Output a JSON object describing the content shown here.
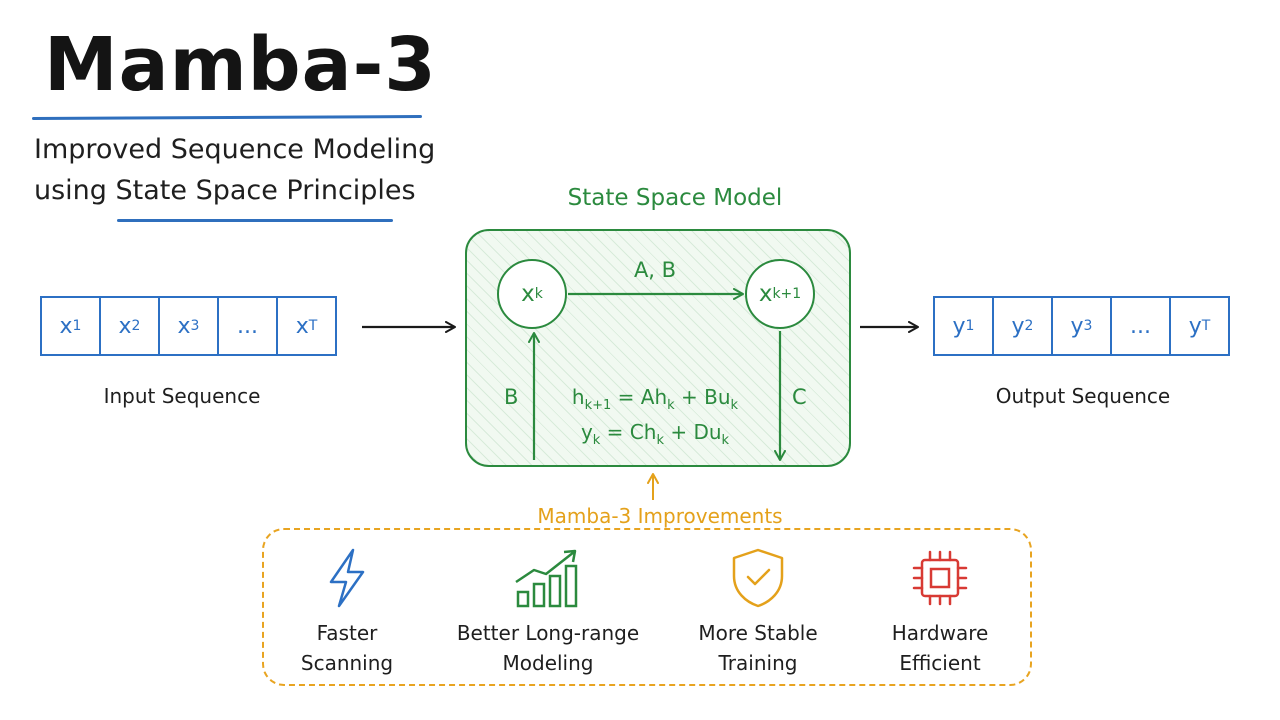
{
  "title": "Mamba-3",
  "subtitle": {
    "line1": "Improved Sequence Modeling",
    "line2": "using State Space Principles"
  },
  "input": {
    "label": "Input Sequence",
    "cells": [
      {
        "base": "x",
        "sub": "1"
      },
      {
        "base": "x",
        "sub": "2"
      },
      {
        "base": "x",
        "sub": "3"
      },
      {
        "base": "...",
        "sub": ""
      },
      {
        "base": "x",
        "sub": "T"
      }
    ]
  },
  "output": {
    "label": "Output Sequence",
    "cells": [
      {
        "base": "y",
        "sub": "1"
      },
      {
        "base": "y",
        "sub": "2"
      },
      {
        "base": "y",
        "sub": "3"
      },
      {
        "base": "...",
        "sub": ""
      },
      {
        "base": "y",
        "sub": "T"
      }
    ]
  },
  "ssm": {
    "label": "State Space Model",
    "node_left": {
      "base": "x",
      "sub": "k"
    },
    "node_right": {
      "base": "x",
      "sub": "k+1"
    },
    "transition_label": "A, B",
    "input_label": "B",
    "output_label": "C",
    "equation1": {
      "lhs": "h",
      "lhs_sub": "k+1",
      "mid": " = Ah",
      "mid_sub": "k",
      "rhs": " + Bu",
      "rhs_sub": "k"
    },
    "equation2": {
      "lhs": "y",
      "lhs_sub": "k",
      "mid": " = Ch",
      "mid_sub": "k",
      "rhs": " + Du",
      "rhs_sub": "k"
    }
  },
  "improvements": {
    "label": "Mamba-3 Improvements",
    "items": [
      {
        "icon": "lightning-icon",
        "line1": "Faster",
        "line2": "Scanning"
      },
      {
        "icon": "growth-chart-icon",
        "line1": "Better Long-range",
        "line2": "Modeling"
      },
      {
        "icon": "shield-check-icon",
        "line1": "More Stable",
        "line2": "Training"
      },
      {
        "icon": "chip-icon",
        "line1": "Hardware",
        "line2": "Efficient"
      }
    ]
  },
  "colors": {
    "blue": "#2c70c4",
    "green": "#2b8a3e",
    "orange": "#e4a11b",
    "red": "#d83a34"
  }
}
